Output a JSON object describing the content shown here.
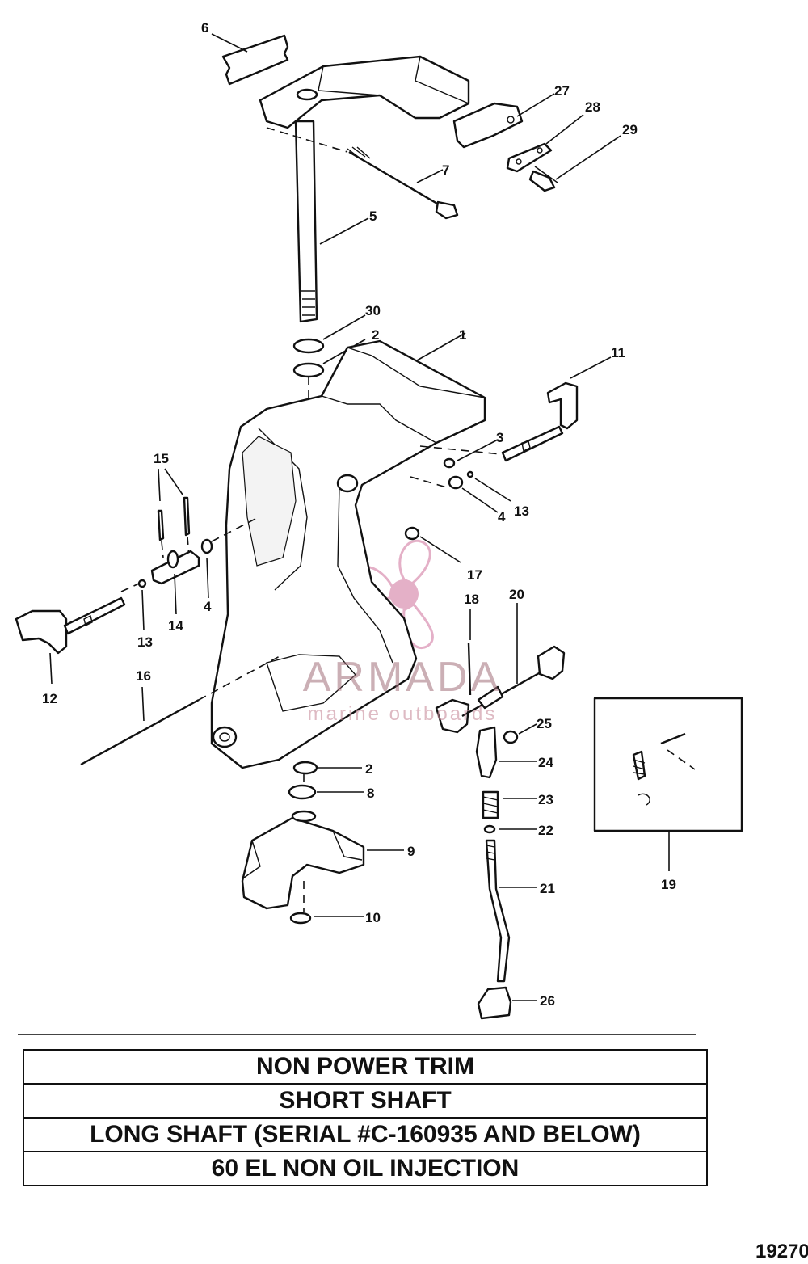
{
  "callouts": [
    {
      "id": "c6",
      "text": "6"
    },
    {
      "id": "c27",
      "text": "27"
    },
    {
      "id": "c28",
      "text": "28"
    },
    {
      "id": "c29",
      "text": "29"
    },
    {
      "id": "c7",
      "text": "7"
    },
    {
      "id": "c5",
      "text": "5"
    },
    {
      "id": "c30",
      "text": "30"
    },
    {
      "id": "c2a",
      "text": "2"
    },
    {
      "id": "c1",
      "text": "1"
    },
    {
      "id": "c11",
      "text": "11"
    },
    {
      "id": "c3",
      "text": "3"
    },
    {
      "id": "c13a",
      "text": "13"
    },
    {
      "id": "c4a",
      "text": "4"
    },
    {
      "id": "c15",
      "text": "15"
    },
    {
      "id": "c17",
      "text": "17"
    },
    {
      "id": "c18",
      "text": "18"
    },
    {
      "id": "c20",
      "text": "20"
    },
    {
      "id": "c4b",
      "text": "4"
    },
    {
      "id": "c14",
      "text": "14"
    },
    {
      "id": "c13b",
      "text": "13"
    },
    {
      "id": "c12",
      "text": "12"
    },
    {
      "id": "c16",
      "text": "16"
    },
    {
      "id": "c25",
      "text": "25"
    },
    {
      "id": "c24",
      "text": "24"
    },
    {
      "id": "c2b",
      "text": "2"
    },
    {
      "id": "c8",
      "text": "8"
    },
    {
      "id": "c23",
      "text": "23"
    },
    {
      "id": "c22",
      "text": "22"
    },
    {
      "id": "c9",
      "text": "9"
    },
    {
      "id": "c21",
      "text": "21"
    },
    {
      "id": "c10",
      "text": "10"
    },
    {
      "id": "c19",
      "text": "19"
    },
    {
      "id": "c26",
      "text": "26"
    }
  ],
  "watermark": {
    "brand": "ARMADA",
    "tagline": "marine outboards",
    "color": "#d98fb0"
  },
  "title_rows": [
    "NON POWER TRIM",
    "SHORT SHAFT",
    "LONG SHAFT (SERIAL #C-160935 AND BELOW)",
    "60 EL NON OIL INJECTION"
  ],
  "drawing_number": "19270"
}
